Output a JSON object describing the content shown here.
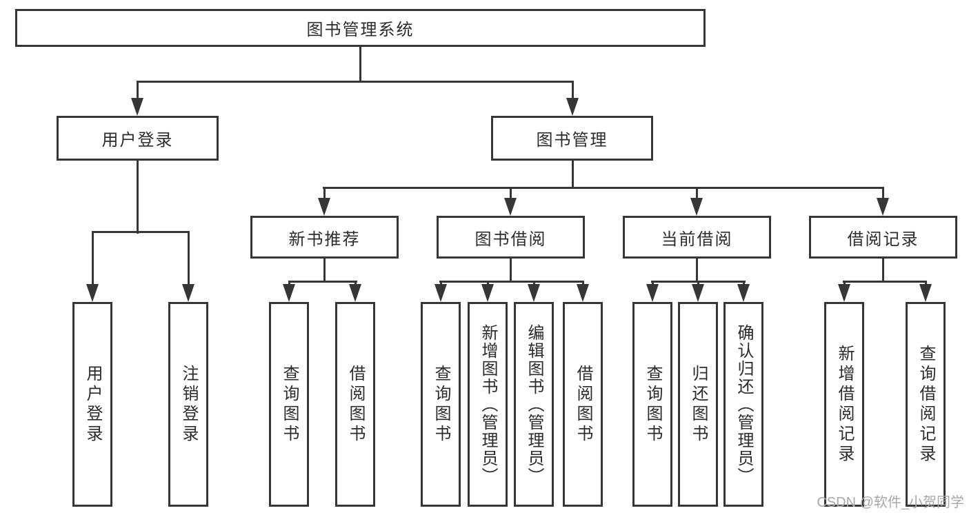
{
  "diagram": {
    "title": "图书管理系统",
    "root": {
      "label": "图书管理系统"
    },
    "branches": [
      {
        "label": "用户登录",
        "children": [
          {
            "label": "用户登录"
          },
          {
            "label": "注销登录"
          }
        ]
      },
      {
        "label": "图书管理",
        "children": [
          {
            "label": "新书推荐",
            "children": [
              {
                "label": "查询图书"
              },
              {
                "label": "借阅图书"
              }
            ]
          },
          {
            "label": "图书借阅",
            "children": [
              {
                "label": "查询图书"
              },
              {
                "label": "新增图书（管理员）"
              },
              {
                "label": "编辑图书（管理员）"
              },
              {
                "label": "借阅图书"
              }
            ]
          },
          {
            "label": "当前借阅",
            "children": [
              {
                "label": "查询图书"
              },
              {
                "label": "归还图书"
              },
              {
                "label": "确认归还（管理员）"
              }
            ]
          },
          {
            "label": "借阅记录",
            "children": [
              {
                "label": "新增借阅记录"
              },
              {
                "label": "查询借阅记录"
              }
            ]
          }
        ]
      }
    ],
    "colors": {
      "line": "#363636",
      "text": "#2b2b2b",
      "background": "#ffffff",
      "watermark": "#a8a8a8"
    }
  },
  "watermark": {
    "text": "CSDN @软件_小贺同学"
  }
}
